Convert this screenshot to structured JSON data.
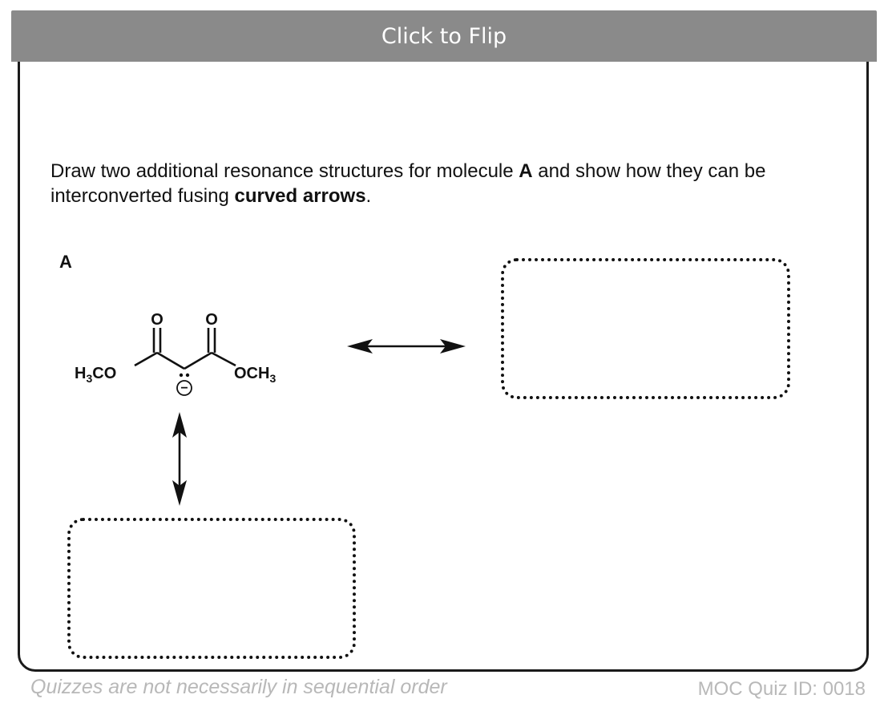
{
  "flip_button": {
    "label": "Click to Flip"
  },
  "question": {
    "part1": "Draw two additional resonance structures for molecule ",
    "bold_a": "A",
    "part2": " and show how they can be interconverted fusing ",
    "bold_arrows": "curved arrows",
    "part3": "."
  },
  "molecule": {
    "label": "A",
    "o_left": "O",
    "o_right": "O",
    "left_group_h": "H",
    "left_group_sub": "3",
    "left_group_co": "CO",
    "right_group_och": "OCH",
    "right_group_sub": "3",
    "charge": "−"
  },
  "footer": {
    "note": "Quizzes are not necessarily in sequential order",
    "quiz_id": "MOC Quiz ID: 0018"
  }
}
